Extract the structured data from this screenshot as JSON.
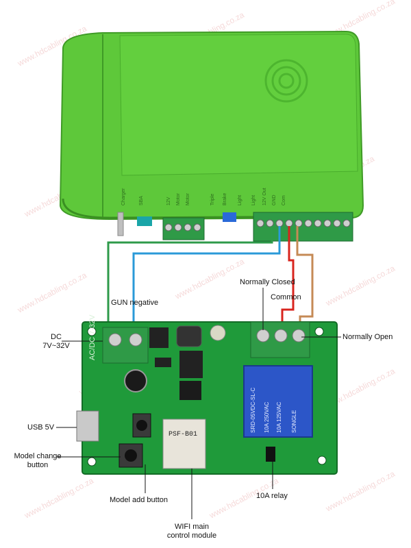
{
  "watermark": "www.hdcabling.co.za",
  "colors": {
    "controller_green": "#5ec83a",
    "controller_dark": "#3f9a26",
    "pcb_green": "#1f9a3a",
    "terminal_green": "#2f9a47",
    "relay_blue": "#2c56c8",
    "wire_green": "#2e9a4a",
    "wire_blue": "#2a9ad8",
    "wire_red": "#d8241e",
    "wire_brown": "#c58a55"
  },
  "icons": {
    "logo": "fingerprint-logo-icon"
  },
  "controller": {
    "terminal_labels": [
      "Charger",
      "SBA",
      "12V",
      "Motor",
      "Motor",
      "Triple",
      "Brake",
      "Light",
      "Light",
      "12V Out",
      "GND",
      "Com"
    ]
  },
  "pcb": {
    "silkscreen": "AC/DC 7-32V",
    "module_text": "PSF-B01",
    "relay_text": [
      "SRD-05VDC-SL-C",
      "10A 250VAC",
      "10A 125VAC",
      "SONGLE"
    ]
  },
  "labels": {
    "gun_negative": "GUN negative",
    "normally_closed": "Normally Closed",
    "common": "Common",
    "normally_open": "Normally Open",
    "dc_line1": "DC",
    "dc_line2": "7V~32V",
    "usb": "USB 5V",
    "model_change_line1": "Model change",
    "model_change_line2": "button",
    "model_add": "Model add button",
    "relay": "10A relay",
    "wifi_line1": "WIFI main",
    "wifi_line2": "control module"
  }
}
